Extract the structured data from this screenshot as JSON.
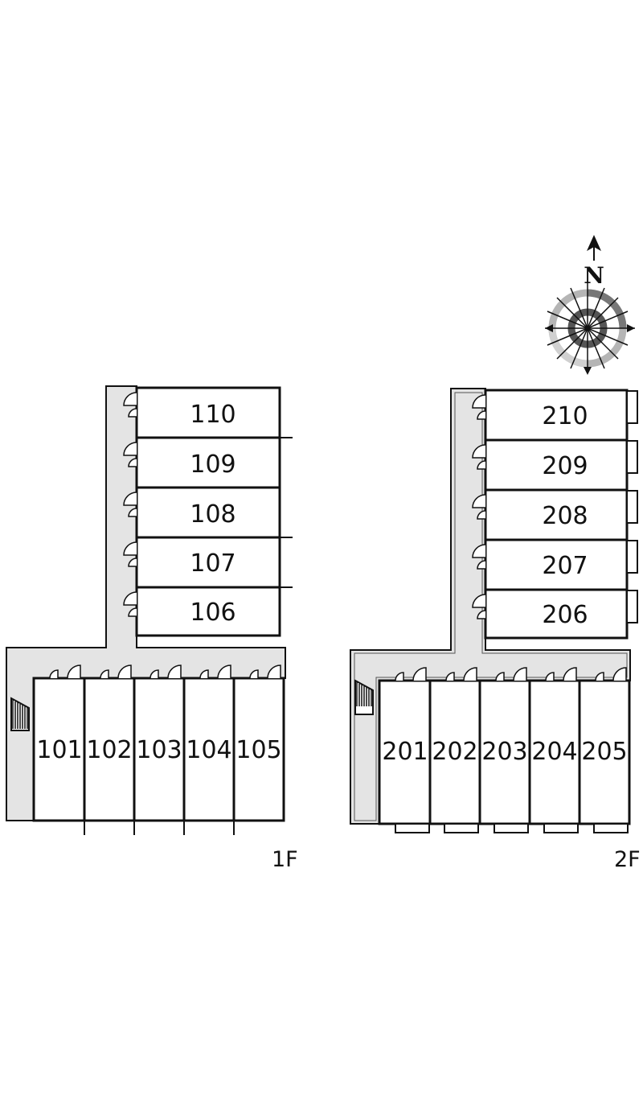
{
  "floors": [
    {
      "label": "1F",
      "rooms_north": [
        "110",
        "109",
        "108",
        "107",
        "106"
      ],
      "rooms_south": [
        "101",
        "102",
        "103",
        "104",
        "105"
      ]
    },
    {
      "label": "2F",
      "rooms_north": [
        "210",
        "209",
        "208",
        "207",
        "206"
      ],
      "rooms_south": [
        "201",
        "202",
        "203",
        "204",
        "205"
      ]
    }
  ],
  "compass": {
    "label": "N"
  },
  "colors": {
    "corridor": "#e4e4e4",
    "wall": "#111111",
    "balcony": "#ffffff"
  }
}
